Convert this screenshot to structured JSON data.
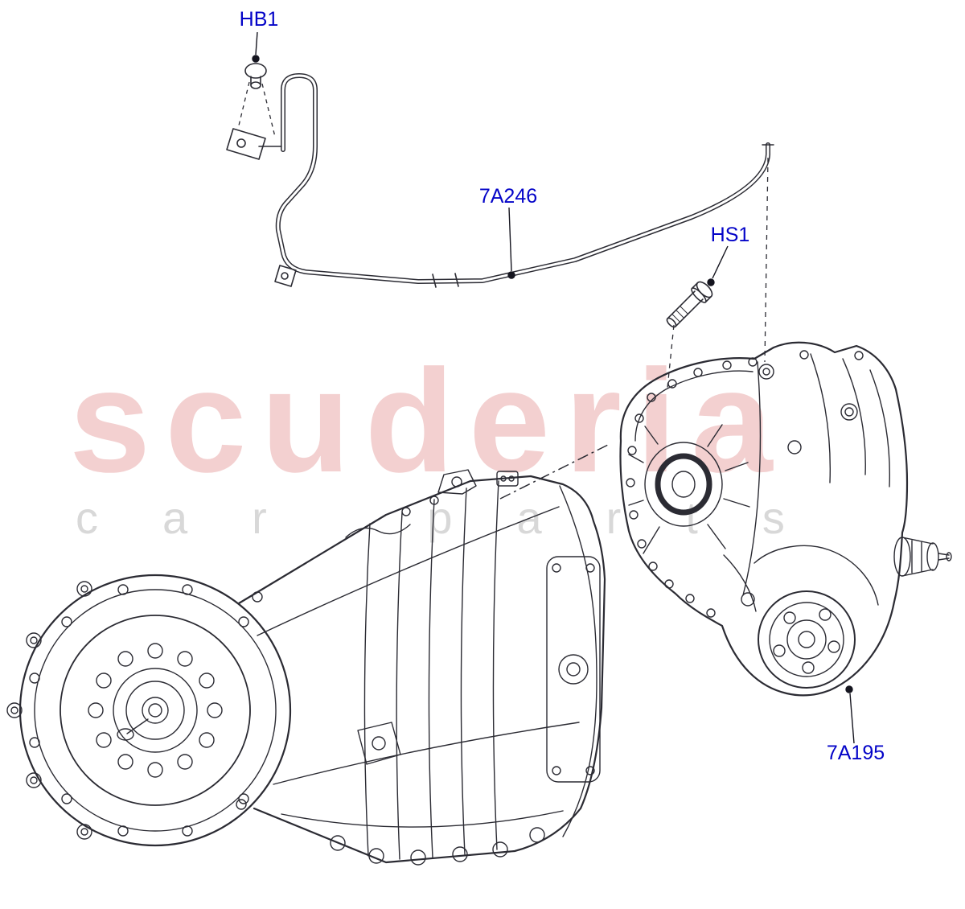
{
  "watermark": {
    "primary": "scuderia",
    "secondary": "car parts"
  },
  "labels": {
    "hb1": "HB1",
    "pipe": "7A246",
    "hs1": "HS1",
    "case": "7A195"
  },
  "colors": {
    "label_text": "#0404c8",
    "line": "#2b2b33",
    "watermark_primary": "#efc6c6",
    "watermark_secondary": "#d8d8d8",
    "background": "#ffffff"
  }
}
